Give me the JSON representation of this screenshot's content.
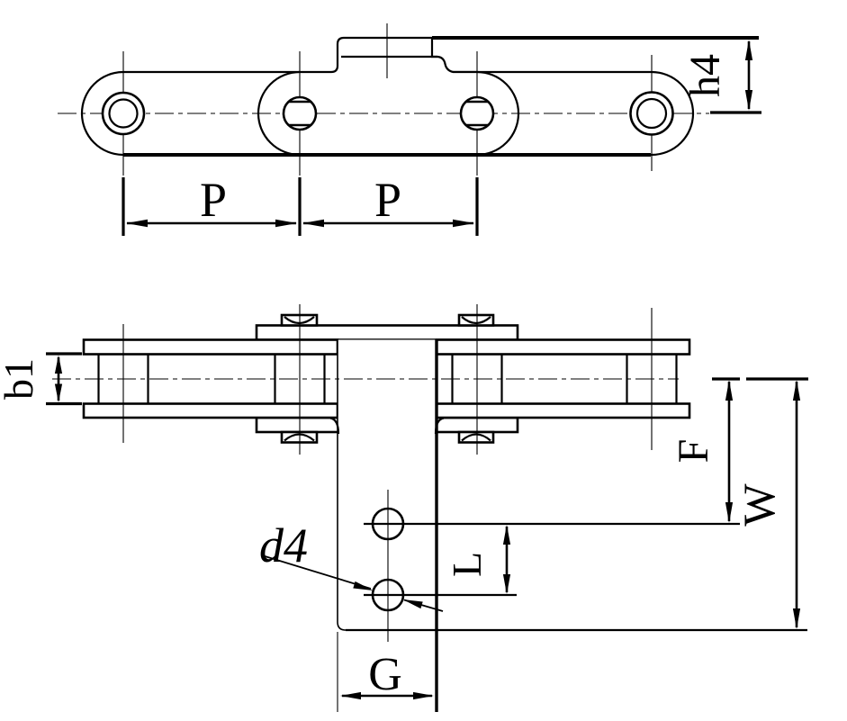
{
  "colors": {
    "ink": "#000000",
    "paper": "#ffffff"
  },
  "side_view": {
    "pitch_label_left": "P",
    "pitch_label_right": "P",
    "attachment_height_label": "h4"
  },
  "plan_view": {
    "inner_width_label": "b1",
    "centerline_to_hole_label": "F",
    "overall_width_label": "W",
    "hole_pitch_label": "L",
    "hole_diameter_label": "d4",
    "attachment_width_label": "G"
  }
}
